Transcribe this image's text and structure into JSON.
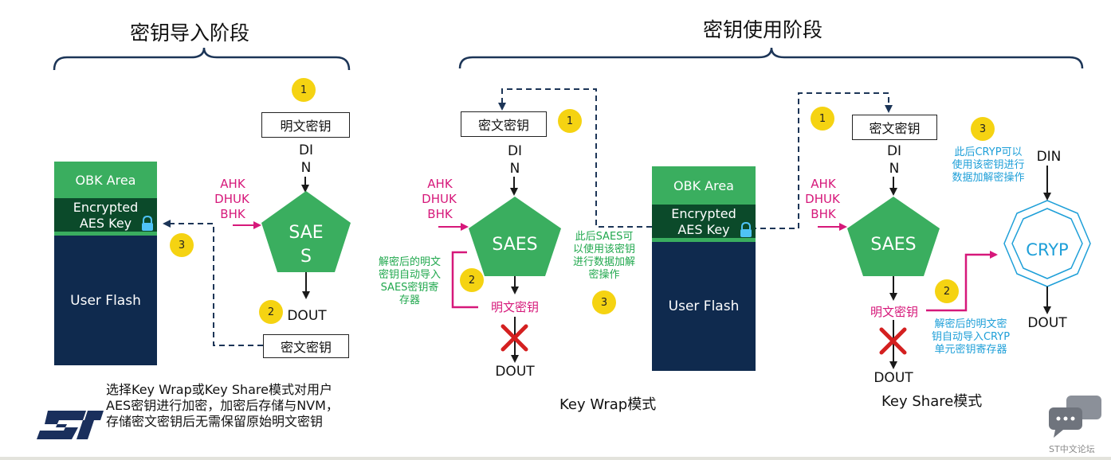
{
  "titles": {
    "import_stage": "密钥导入阶段",
    "use_stage": "密钥使用阶段"
  },
  "memory": {
    "obk_area": "OBK Area",
    "encrypted_line1": "Encrypted",
    "encrypted_line2": "AES Key",
    "user_flash": "User Flash"
  },
  "import_panel": {
    "plain_key": "明文密钥",
    "din_1": "DI",
    "din_2": "N",
    "keys": [
      "AHK",
      "DHUK",
      "BHK"
    ],
    "saes_1": "SAE",
    "saes_2": "S",
    "dout": "DOUT",
    "cipher_key": "密文密钥",
    "badges": [
      "1",
      "2",
      "3"
    ]
  },
  "wrap_panel": {
    "cipher_key": "密文密钥",
    "din_1": "DI",
    "din_2": "N",
    "keys": [
      "AHK",
      "DHUK",
      "BHK"
    ],
    "saes": "SAES",
    "green_note": [
      "解密后的明文",
      "密钥自动导入",
      "SAES密钥寄",
      "存器"
    ],
    "plain_key": "明文密钥",
    "dout": "DOUT",
    "later_note": [
      "此后SAES可",
      "以使用该密钥",
      "进行数据加解",
      "密操作"
    ],
    "badges": [
      "1",
      "2",
      "3"
    ],
    "mode": "Key Wrap模式"
  },
  "share_panel": {
    "cipher_key": "密文密钥",
    "din_1": "DI",
    "din_2": "N",
    "keys": [
      "AHK",
      "DHUK",
      "BHK"
    ],
    "saes": "SAES",
    "plain_key": "明文密钥",
    "dout": "DOUT",
    "cryp": "CRYP",
    "cryp_din": "DIN",
    "cryp_dout": "DOUT",
    "later_note": [
      "此后CRYP可以",
      "使用该密钥进行",
      "数据加解密操作"
    ],
    "blue_note": [
      "解密后的明文密",
      "钥自动导入CRYP",
      "单元密钥寄存器"
    ],
    "badges": [
      "1",
      "2",
      "3"
    ],
    "mode": "Key Share模式"
  },
  "footer_note": [
    "选择Key Wrap或Key Share模式对用户",
    "AES密钥进行加密，加密后存储与NVM，",
    "存储密文密钥后无需保留原始明文密钥"
  ],
  "watermark": "ST中文论坛",
  "colors": {
    "saes_green": "#3aae5f",
    "key_pink": "#d6187a",
    "note_green": "#21a84e",
    "note_blue": "#1e9fd8",
    "badge_yellow": "#f5d312",
    "cross_red": "#d42020",
    "flash_navy": "#0f2a4e",
    "st_logo_blue": "#1a2f5c"
  }
}
